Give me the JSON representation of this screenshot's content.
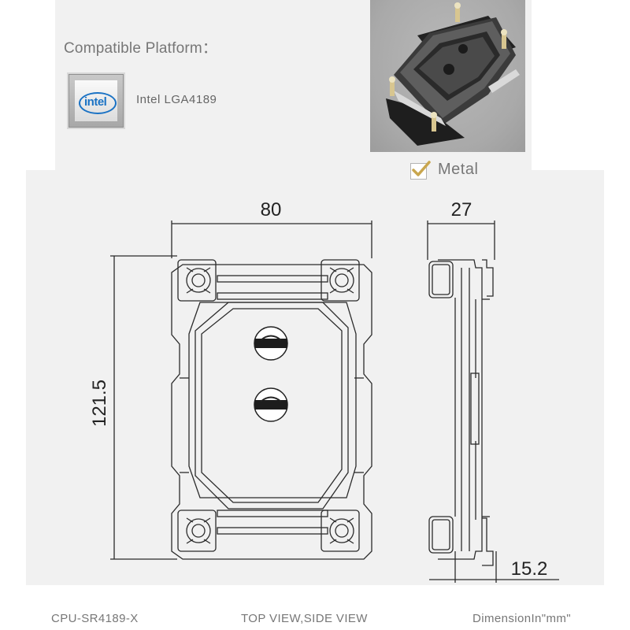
{
  "header": {
    "compatible_platform_label": "Compatible Platform：",
    "platform_name": "Intel  LGA4189",
    "logo_text": "intel",
    "material_label": "Metal"
  },
  "dimensions": {
    "top_width": "80",
    "height": "121.5",
    "side_width": "27",
    "side_depth": "15.2"
  },
  "footer": {
    "model": "CPU-SR4189-X",
    "views": "TOP VIEW,SIDE VIEW",
    "unit_note": "DimensionIn\"mm\""
  }
}
